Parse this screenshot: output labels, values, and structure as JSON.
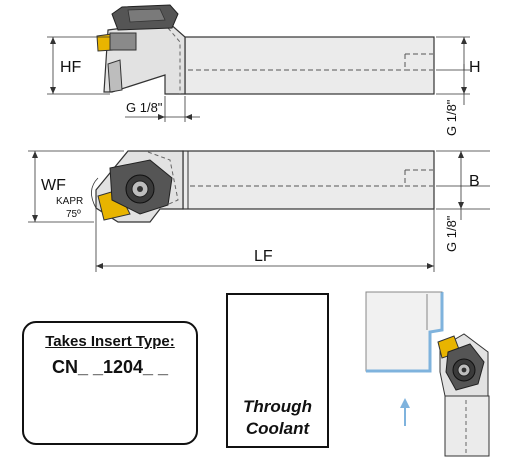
{
  "dimensions": {
    "hf": "HF",
    "h": "H",
    "g_top_horizontal": "G 1/8\"",
    "g_top_vertical": "G 1/8\"",
    "wf": "WF",
    "kapr_label": "KAPR",
    "kapr_angle": "75º",
    "b": "B",
    "g_bottom_vertical": "G 1/8\"",
    "lf": "LF"
  },
  "insert_panel": {
    "title": "Takes Insert Type:",
    "code": "CN_ _1204_ _"
  },
  "coolant_panel": {
    "line1": "Through",
    "line2": "Coolant"
  },
  "colors": {
    "body": "#e9e9e9",
    "outline": "#333333",
    "insert_gold": "#e8b400",
    "coolant_blue": "#3aa6d8",
    "arrow_blue": "#7fb3dd"
  }
}
